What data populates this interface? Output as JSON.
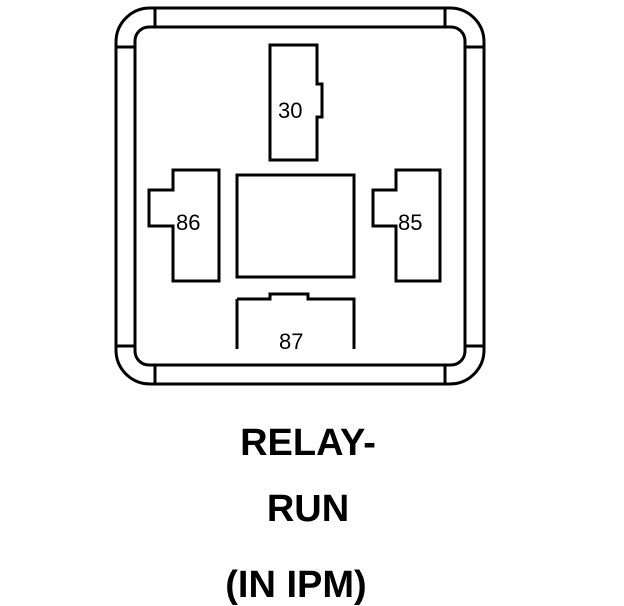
{
  "diagram": {
    "component": "relay-connector",
    "pins": {
      "pin_30": "30",
      "pin_86": "86",
      "pin_85": "85",
      "pin_87": "87"
    },
    "stroke_color": "#000000",
    "background_color": "#ffffff"
  },
  "caption": {
    "line_1": "RELAY-",
    "line_2": "RUN",
    "line_3": "(IN IPM)"
  }
}
